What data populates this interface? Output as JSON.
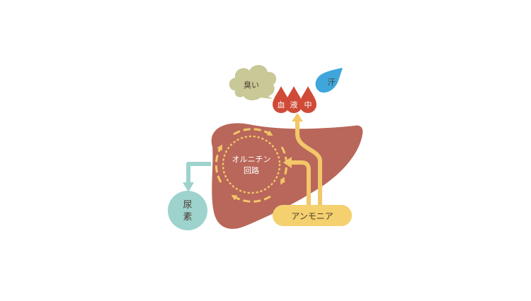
{
  "labels": {
    "ornithine_cycle_line1": "オルニチン",
    "ornithine_cycle_line2": "回路",
    "urea_line1": "尿",
    "urea_line2": "素",
    "ammonia": "アンモニア",
    "blood_1": "血",
    "blood_2": "液",
    "blood_3": "中",
    "smell": "臭い",
    "sweat": "汗"
  },
  "colors": {
    "liver": "#b9675a",
    "liver_dark": "#a85a4e",
    "arrow": "#f3c769",
    "arrow_dark": "#eab857",
    "urea_circle": "#9ed3cd",
    "urea_arrow": "#9ed3cd",
    "ammonia_pill": "#f4d06f",
    "blood_drop": "#cf4b37",
    "sweat_drop": "#3fa6dc",
    "smell_cloud": "#c9c897",
    "text_dark": "#4a3a2e",
    "text_light": "#ffffff"
  }
}
